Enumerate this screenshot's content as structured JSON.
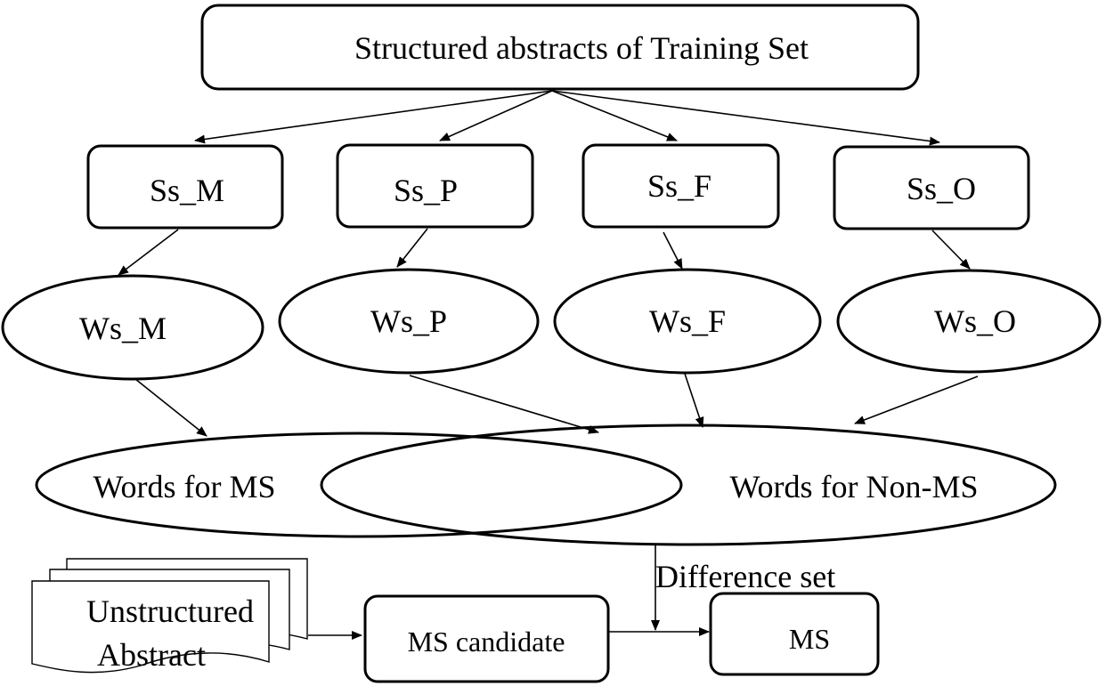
{
  "diagram": {
    "title_box": "Structured abstracts of Training Set",
    "sentence_sets": [
      "Ss_M",
      "Ss_P",
      "Ss_F",
      "Ss_O"
    ],
    "word_sets": [
      "Ws_M",
      "Ws_P",
      "Ws_F",
      "Ws_O"
    ],
    "words_ms": "Words for MS",
    "words_non_ms": "Words for Non-MS",
    "difference_label": "Difference set",
    "doc_line1": "Unstructured",
    "doc_line2": "Abstract",
    "candidate": "MS candidate",
    "result": "MS"
  }
}
